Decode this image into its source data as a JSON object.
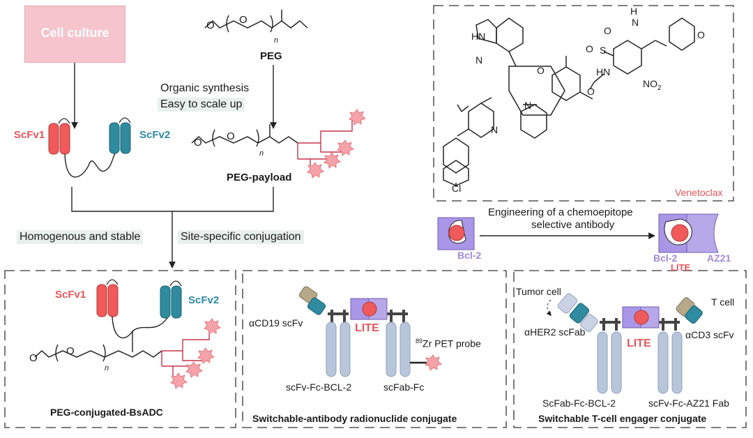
{
  "top_left": {
    "cell_culture": "Cell culture",
    "peg_label": "PEG",
    "organic_synthesis": "Organic synthesis",
    "easy_scale": "Easy to scale up",
    "scfv1": "ScFv1",
    "scfv2": "ScFv2",
    "peg_payload": "PEG-payload",
    "homogenous": "Homogenous and stable",
    "site_specific": "Site-specific conjugation",
    "n": "n"
  },
  "top_right": {
    "hn": "HN",
    "n_atom": "N",
    "o_atom": "O",
    "nh_atom": "NH",
    "h_atom": "H",
    "n2": "N",
    "o_ring": "O",
    "hn_s": "HN",
    "s_atom": "S",
    "o1": "O",
    "o2": "O",
    "no2": "NO",
    "no2_sub": "2",
    "n3": "N",
    "n4": "N",
    "cl": "Cl",
    "venetoclax": "Venetoclax",
    "engineering_1": "Engineering of a chemoepitope",
    "engineering_2": "selective antibody",
    "bcl2_left": "Bcl-2",
    "bcl2_right": "Bcl-2",
    "lite": "LITE",
    "az21": "AZ21"
  },
  "panel1": {
    "scfv1": "ScFv1",
    "scfv2": "ScFv2",
    "n": "n",
    "title": "PEG-conjugated-BsADC"
  },
  "panel2": {
    "acd19": "αCD19 scFv",
    "lite": "LITE",
    "zr_sup": "89",
    "zr": "Zr PET probe",
    "scfv_fc": "scFv-Fc-BCL-2",
    "scfab_fc": "scFab-Fc",
    "title": "Switchable-antibody radionuclide conjugate"
  },
  "panel3": {
    "tumor_cell": "Tumor cell",
    "t_cell": "T cell",
    "aher2": "αHER2 scFab",
    "lite": "LITE",
    "acd3": "αCD3 scFv",
    "scfab_fc": "ScFab-Fc-BCL-2",
    "scfv_fc": "scFv-Fc-AZ21 Fab",
    "title": "Switchable T-cell engager conjugate"
  },
  "colors": {
    "red": "#f15a5a",
    "teal": "#2e8ba0",
    "lilac": "#a996e6",
    "payload": "#f5a3a8",
    "linker": "#c8324a",
    "stalk": "#b8c6dc",
    "tan": "#b8a88a"
  }
}
